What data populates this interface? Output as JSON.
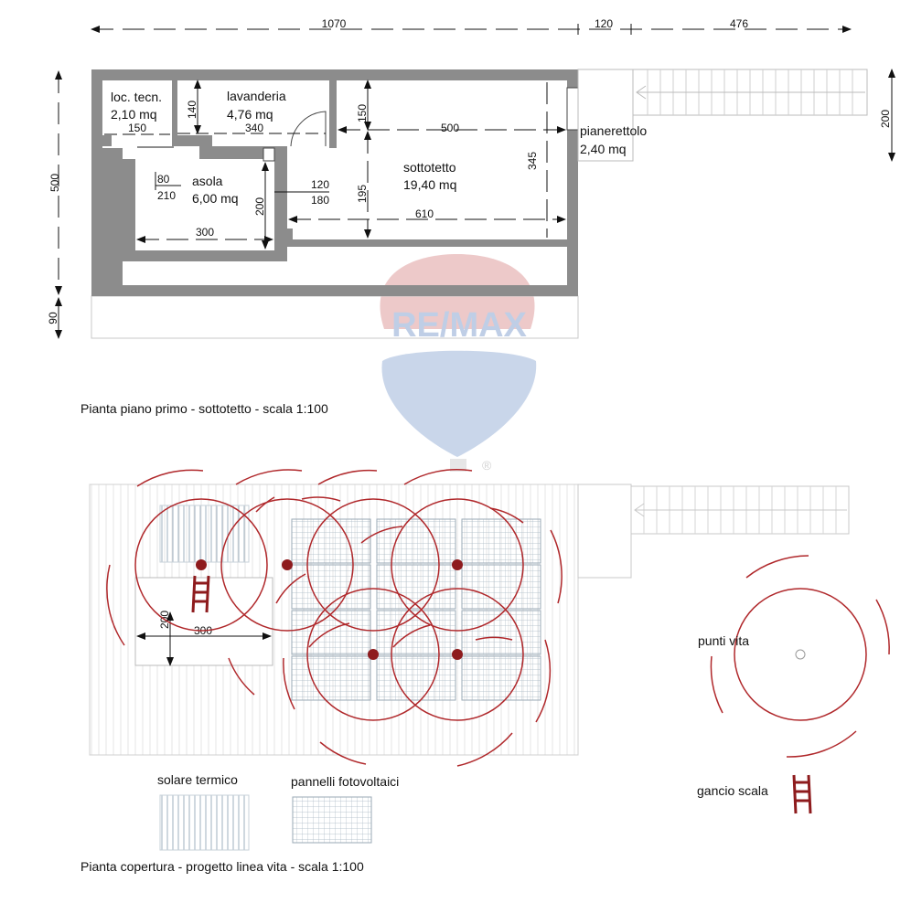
{
  "floor_plan": {
    "rooms": [
      {
        "name": "loc. tecn.",
        "area": "2,10 mq"
      },
      {
        "name": "lavanderia",
        "area": "4,76 mq"
      },
      {
        "name": "asola",
        "area": "6,00 mq"
      },
      {
        "name": "sottotetto",
        "area": "19,40 mq"
      },
      {
        "name": "pianerettolo",
        "area": "2,40 mq"
      }
    ],
    "dimensions": {
      "top_total": "1070",
      "top_mid": "120",
      "top_right": "476",
      "left_height": "500",
      "left_bottom": "90",
      "right_height": "200",
      "loc_width": "150",
      "lav_height": "140",
      "lav_width": "340",
      "sott_height_small": "150",
      "sott_width": "500",
      "sott_height_right": "345",
      "sott_height_left": "195",
      "sott_width_bottom": "610",
      "asola_width": "300",
      "asola_height": "200",
      "door_w": "80",
      "door_h": "210",
      "window_w": "120",
      "window_h": "180"
    },
    "caption": "Pianta piano primo - sottotetto - scala 1:100"
  },
  "roof_plan": {
    "dimensions": {
      "width": "300",
      "height": "200"
    },
    "legend": {
      "solar": "solare termico",
      "pv": "pannelli fotovoltaici",
      "lifeline": "punti vita",
      "ladder": "gancio scala"
    },
    "caption": "Pianta copertura - progetto linea vita - scala 1:100"
  },
  "watermark": {
    "text": "RE/MAX",
    "mark": "®"
  },
  "colors": {
    "wall": "#8c8c8c",
    "line": "#222222",
    "lifeline": "#b0282b",
    "anchor": "#8e1b1d",
    "panel": "#9fb0bf",
    "watermark_red": "#e7b3b3",
    "watermark_blue": "#b6c6e0"
  }
}
